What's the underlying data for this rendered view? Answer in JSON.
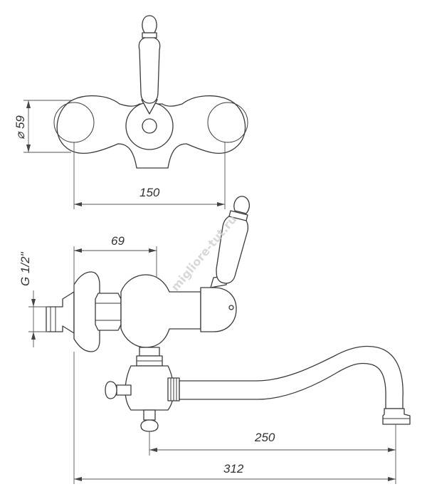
{
  "dimensions": {
    "diameter": "⌀ 59",
    "width_top": "150",
    "thread": "G 1/2\"",
    "offset": "69",
    "spout_reach": "250",
    "total_length": "312"
  },
  "watermark": "migliore-tut.ru"
}
